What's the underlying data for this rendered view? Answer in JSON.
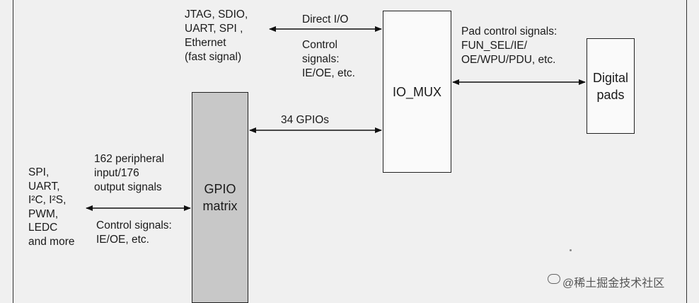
{
  "labels": {
    "top_left_sources": "JTAG, SDIO,\nUART, SPI ,\nEthernet\n(fast signal)",
    "direct_io": "Direct I/O",
    "control_top": "Control\nsignals:\nIE/OE, etc.",
    "pad_control": "Pad control signals:\nFUN_SEL/IE/\nOE/WPU/PDU, etc.",
    "gpios": "34 GPIOs",
    "peripheral_signals": "162 peripheral\ninput/176\noutput signals",
    "control_bottom": "Control signals:\nIE/OE, etc.",
    "peripherals_list": "SPI,\nUART,\nI²C, I²S,\nPWM,\nLEDC\nand more"
  },
  "blocks": {
    "io_mux": "IO_MUX",
    "digital_pads": "Digital\npads",
    "gpio_matrix": "GPIO\nmatrix"
  },
  "watermark": "@稀土掘金技术社区",
  "colors": {
    "background": "#f0f0f0",
    "gpio_matrix_fill": "#c8c8c8",
    "box_fill": "#fafafa",
    "line": "#111111"
  }
}
